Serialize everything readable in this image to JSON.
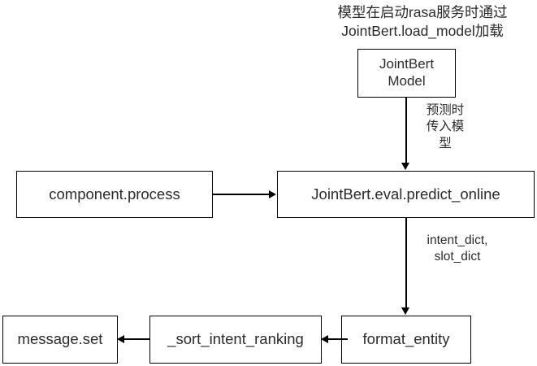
{
  "diagram": {
    "title_caption": "模型在启动rasa服务时通过\nJointBert.load_model加载",
    "nodes": {
      "jointbert_model": "JointBert\nModel",
      "component_process": "component.process",
      "predict_online": "JointBert.eval.predict_online",
      "message_set": "message.set",
      "sort_intent_ranking": "_sort_intent_ranking",
      "format_entity": "format_entity"
    },
    "edge_labels": {
      "model_to_predict": "预测时\n传入模\n型",
      "predict_to_format": "intent_dict,\nslot_dict"
    },
    "colors": {
      "background": "#ffffff",
      "box_fill": "#ffffff",
      "stroke": "#000000",
      "text": "#2b2b2b"
    }
  }
}
